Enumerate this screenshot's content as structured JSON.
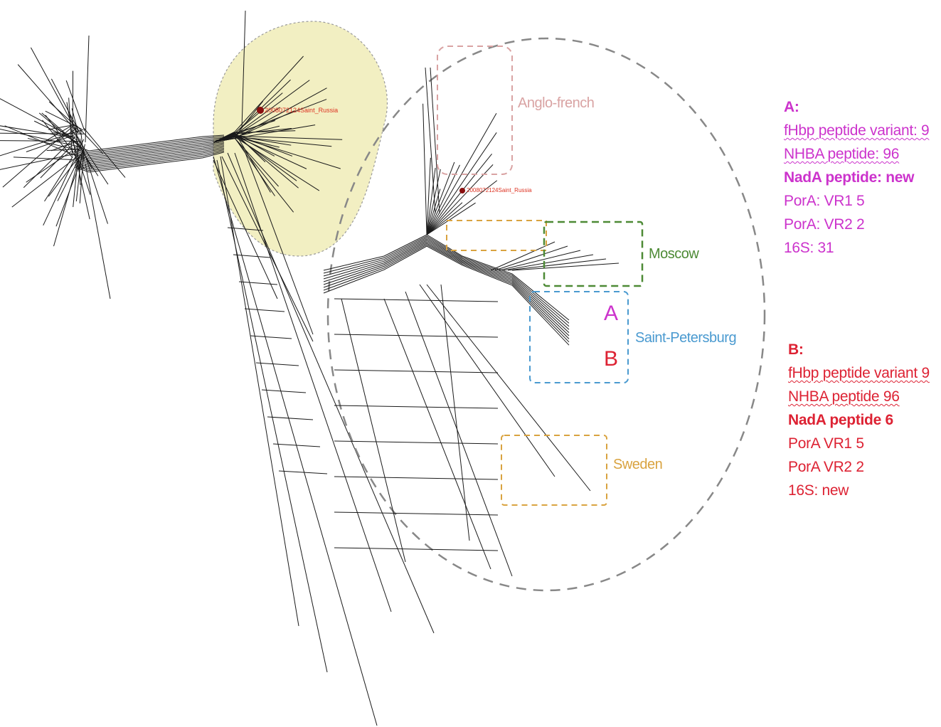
{
  "colors": {
    "background": "#ffffff",
    "tree": "#1a1a1a",
    "highlight_circle": "#f2efc2",
    "zoom_circle": "#888888",
    "anglo_french": "#d9a3a3",
    "moscow": "#4d8a35",
    "saint_petersburg": "#4a9ad0",
    "sweden": "#d9a340",
    "label_a": "#cc33cc",
    "label_b": "#dd2233",
    "isolate_red": "#dd3322",
    "isolate_dot": "#8a1010"
  },
  "clusters": {
    "anglo_french": "Anglo-french",
    "moscow": "Moscow",
    "saint_petersburg": "Saint-Petersburg",
    "sweden": "Sweden"
  },
  "markers": {
    "a": "A",
    "b": "B"
  },
  "panel_a": {
    "heading": "A:",
    "lines": [
      "fHbp peptide variant:  9",
      "NHBA peptide:  96",
      "NadA peptide: new",
      "PorA: VR1 5",
      "PorA: VR2 2",
      "16S: 31"
    ]
  },
  "panel_b": {
    "heading": "B:",
    "lines": [
      "fHbp peptide variant 9",
      "NHBA peptide 96",
      "NadA peptide 6",
      "PorA VR1 5",
      "PorA VR2 2",
      "16S: new"
    ]
  },
  "highlighted_isolates": {
    "outer": "2008072124Saint_Russia",
    "zoomed": "2008072124Saint_Russia"
  }
}
